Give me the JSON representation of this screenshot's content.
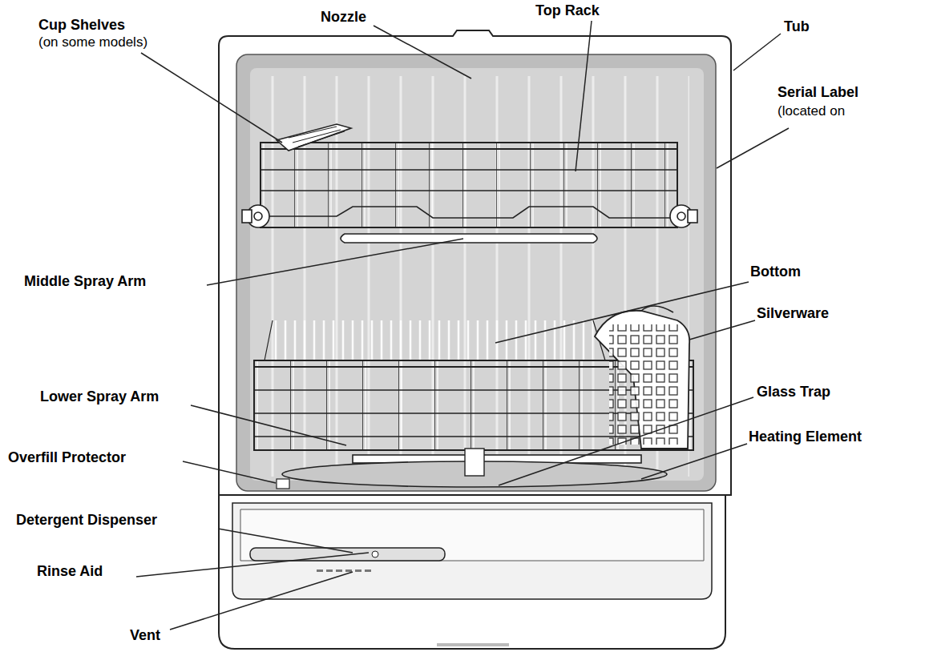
{
  "diagram": {
    "labels": [
      "Nozzle",
      "Top Rack",
      "Tub",
      "Cup Shelves",
      "(on some models)",
      "Serial Label",
      "(located on",
      "Middle Spray Arm",
      "Bottom",
      "Silverware",
      "Glass Trap",
      "Lower Spray Arm",
      "Heating Element",
      "Overfill Protector",
      "Detergent Dispenser",
      "Rinse Aid",
      "Vent"
    ]
  }
}
